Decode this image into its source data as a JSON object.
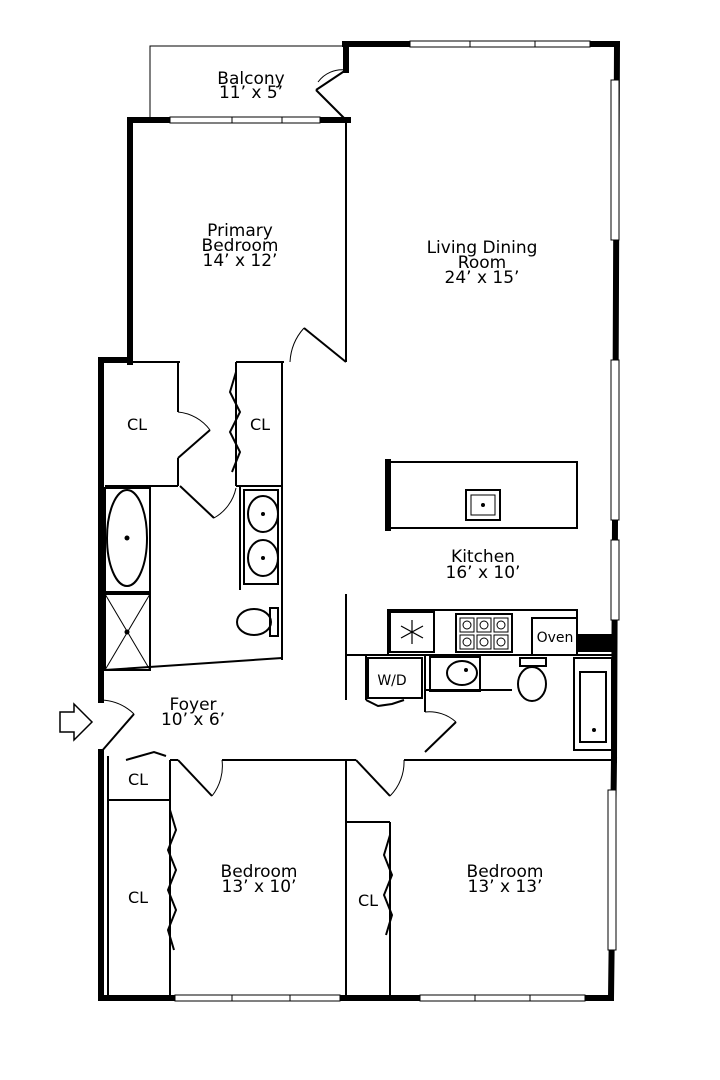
{
  "rooms": {
    "balcony": {
      "name": "Balcony",
      "dims": "11’ x 5’"
    },
    "primary_bedroom": {
      "name_line1": "Primary",
      "name_line2": "Bedroom",
      "dims": "14’ x 12’"
    },
    "living_dining": {
      "name_line1": "Living Dining",
      "name_line2": "Room",
      "dims": "24’ x 15’"
    },
    "kitchen": {
      "name": "Kitchen",
      "dims": "16’ x 10’"
    },
    "foyer": {
      "name": "Foyer",
      "dims": "10’ x 6’"
    },
    "bedroom_left": {
      "name": "Bedroom",
      "dims": "13’ x 10’"
    },
    "bedroom_right": {
      "name": "Bedroom",
      "dims": "13’ x 13’"
    }
  },
  "closets": {
    "cl1": "CL",
    "cl2": "CL",
    "cl3": "CL",
    "cl4": "CL",
    "cl5": "CL"
  },
  "appliances": {
    "oven": "Oven",
    "washer_dryer": "W/D"
  },
  "icons": [
    "entry-arrow-icon",
    "snowflake-icon",
    "stove-burners-icon",
    "sink-icon",
    "toilet-icon",
    "bathtub-icon"
  ]
}
